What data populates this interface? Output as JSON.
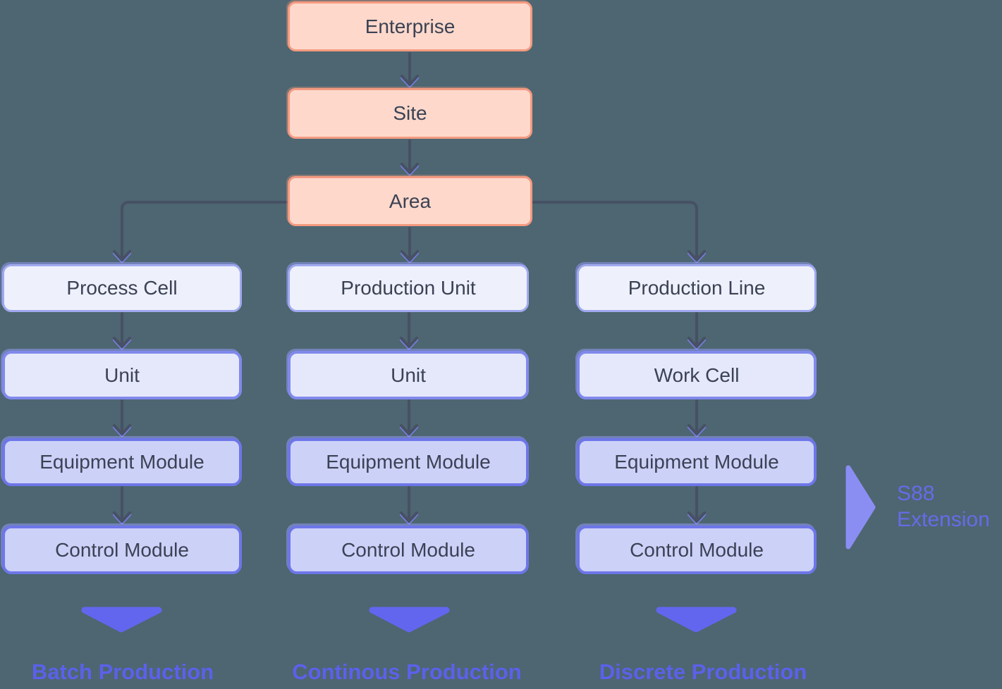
{
  "top_chain": [
    "Enterprise",
    "Site",
    "Area"
  ],
  "columns": [
    {
      "levels": [
        "Process Cell",
        "Unit",
        "Equipment Module",
        "Control Module"
      ],
      "production_type": "Batch Production"
    },
    {
      "levels": [
        "Production Unit",
        "Unit",
        "Equipment Module",
        "Control Module"
      ],
      "production_type": "Continous Production"
    },
    {
      "levels": [
        "Production Line",
        "Work Cell",
        "Equipment Module",
        "Control Module"
      ],
      "production_type": "Discrete Production"
    }
  ],
  "s88_extension": {
    "lines": [
      "S88",
      "Extension"
    ]
  },
  "icons": {
    "flow_arrow": "chevron-arrow-down",
    "production_pointer": "triangle-down",
    "s88_pointer": "triangle-right"
  },
  "colors": {
    "background": "#4d6671",
    "business_fill": "#fdd8cb",
    "business_border": "#f49a80",
    "level1_fill": "#eef0fc",
    "level1_border": "#a0a9ef",
    "level2_fill": "#e5e8fb",
    "level2_border": "#8089ec",
    "module_fill": "#ccd1f8",
    "module_border": "#6d76e8",
    "box_text": "#3b4254",
    "connector": "#475064",
    "connector_accent": "#7d83f0",
    "production_triangle": "#6266ee",
    "production_label": "#5b61ea",
    "s88_triangle": "#8a8ef3",
    "s88_text": "#666be8"
  }
}
